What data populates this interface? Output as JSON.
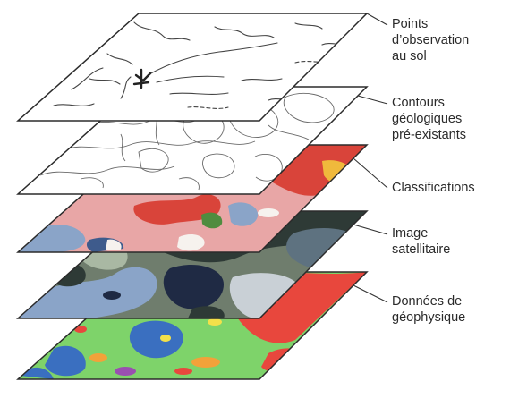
{
  "layers": [
    {
      "label_lines": [
        "Points",
        "d’observation",
        "au sol"
      ],
      "style": "field-sketch"
    },
    {
      "label_lines": [
        "Contours",
        "géologiques",
        "pré-existants"
      ],
      "style": "contour-lines"
    },
    {
      "label_lines": [
        "Classifications"
      ],
      "style": "classified-map"
    },
    {
      "label_lines": [
        "Image",
        "satellitaire"
      ],
      "style": "satellite-image"
    },
    {
      "label_lines": [
        "Données de",
        "géophysique"
      ],
      "style": "geophysics-map"
    }
  ],
  "colors": {
    "outline": "#2b2b2b",
    "leader": "#333333",
    "classification": [
      "#e8a6a6",
      "#d9443a",
      "#f0b93c",
      "#4f8c3f",
      "#8aa4c8",
      "#3e5b8c",
      "#f6f2ee"
    ],
    "satellite": [
      "#2e3a36",
      "#6f7d6d",
      "#a9b8a3",
      "#1f2a44",
      "#c9d0d6",
      "#5e7280",
      "#8c9a7e"
    ],
    "geophysics": [
      "#7ed36a",
      "#e8473d",
      "#f2a23a",
      "#3a6fc0",
      "#f2e04a",
      "#9a4fb0"
    ]
  }
}
